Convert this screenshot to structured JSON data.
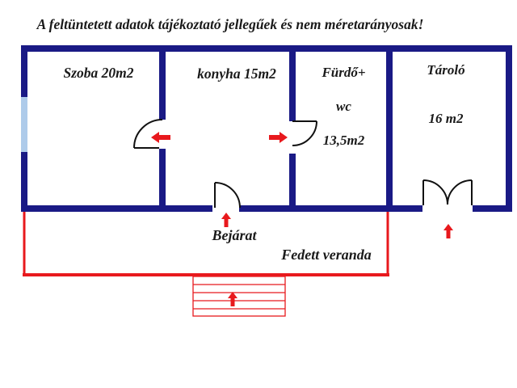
{
  "disclaimer": "A feltüntetett adatok tájékoztató jellegűek és nem méretarányosak!",
  "floor_plan": {
    "rooms": [
      {
        "name": "szoba",
        "label": "Szoba 20m2"
      },
      {
        "name": "konyha",
        "label": "konyha 15m2"
      },
      {
        "name": "furdo_wc",
        "label_lines": [
          "Fürdő+",
          "wc",
          "13,5m2"
        ]
      },
      {
        "name": "tarolo",
        "label_lines": [
          "Tároló",
          "16 m2"
        ]
      }
    ],
    "entrance_label": "Bejárat",
    "veranda_label": "Fedett veranda",
    "colors": {
      "wall": "#1a1a85",
      "door": "#111111",
      "red": "#e8191d",
      "window": "#aecbea",
      "text": "#1a1a1a"
    }
  }
}
